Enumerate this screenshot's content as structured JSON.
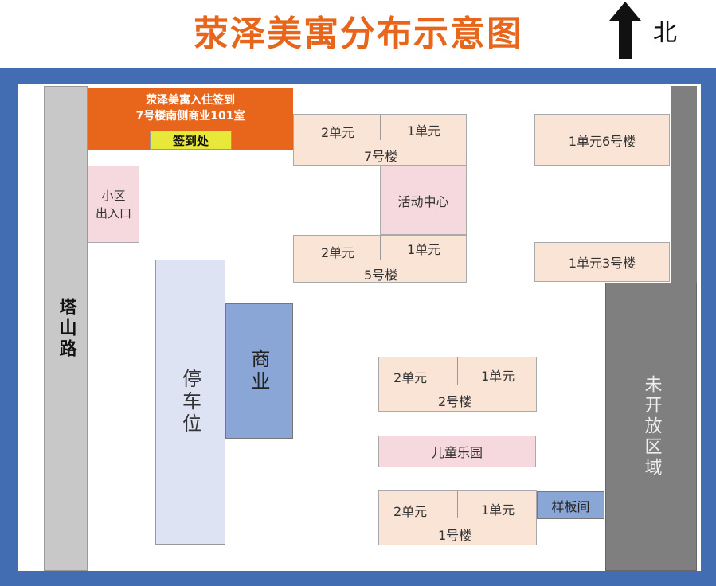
{
  "title": "荥泽美寓分布示意图",
  "north": {
    "label": "北",
    "icon": "north-arrow-icon"
  },
  "road": "塔山路",
  "checkin": {
    "line1": "荥泽美寓入住签到",
    "line2": "7号楼南侧商业101室",
    "badge": "签到处"
  },
  "entrance": {
    "line1": "小区",
    "line2": "出入口"
  },
  "parking": "停车位",
  "commerce": "商业",
  "unopened": "未开放区域",
  "activity": "活动中心",
  "playground": "儿童乐园",
  "sample": "样板间",
  "buildings": {
    "b7": {
      "u2": "2单元",
      "u1": "1单元",
      "name": "7号楼"
    },
    "b5": {
      "u2": "2单元",
      "u1": "1单元",
      "name": "5号楼"
    },
    "b2": {
      "u2": "2单元",
      "u1": "1单元",
      "name": "2号楼"
    },
    "b1": {
      "u2": "2单元",
      "u1": "1单元",
      "name": "1号楼"
    },
    "b6": "1单元6号楼",
    "b3": "1单元3号楼"
  },
  "colors": {
    "frame": "#426db3",
    "orange": "#e8661c",
    "yellow": "#e8e83a",
    "pink": "#f6d9de",
    "building": "#f9e4d6",
    "blue": "#8aa6d6",
    "gray": "#7f7f7f"
  }
}
